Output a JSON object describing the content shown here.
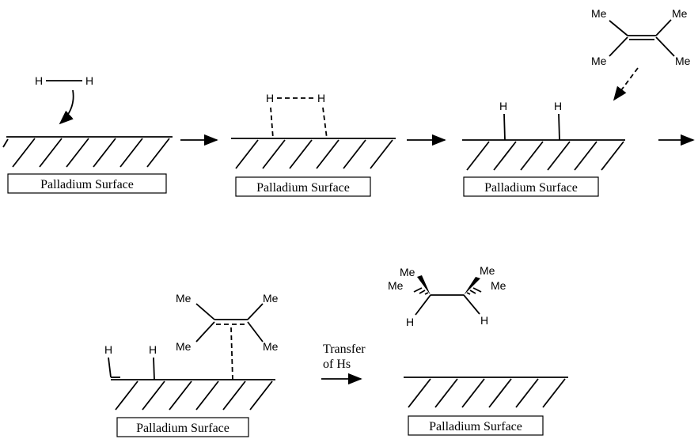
{
  "surface_label": "Palladium Surface",
  "atoms": {
    "hydrogen": "H",
    "methyl": "Me"
  },
  "transfer_label": {
    "line1": "Transfer",
    "line2": "of Hs"
  }
}
